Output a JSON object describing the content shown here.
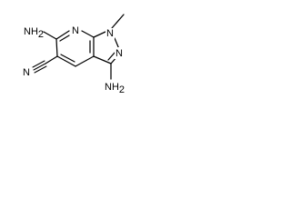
{
  "structure": {
    "type": "skeletal-formula",
    "atoms": {
      "nh2_left": {
        "symbol": "NH",
        "subscript": "2"
      },
      "ring_n_pyridine": {
        "symbol": "N"
      },
      "ring_n1": {
        "symbol": "N"
      },
      "ring_n2": {
        "symbol": "N"
      },
      "nitrile_n": {
        "symbol": "N"
      },
      "nh2_bottom": {
        "symbol": "NH",
        "subscript": "2"
      }
    },
    "colors": {
      "bond": "#000000",
      "text": "#000000",
      "background": "#ffffff"
    }
  }
}
